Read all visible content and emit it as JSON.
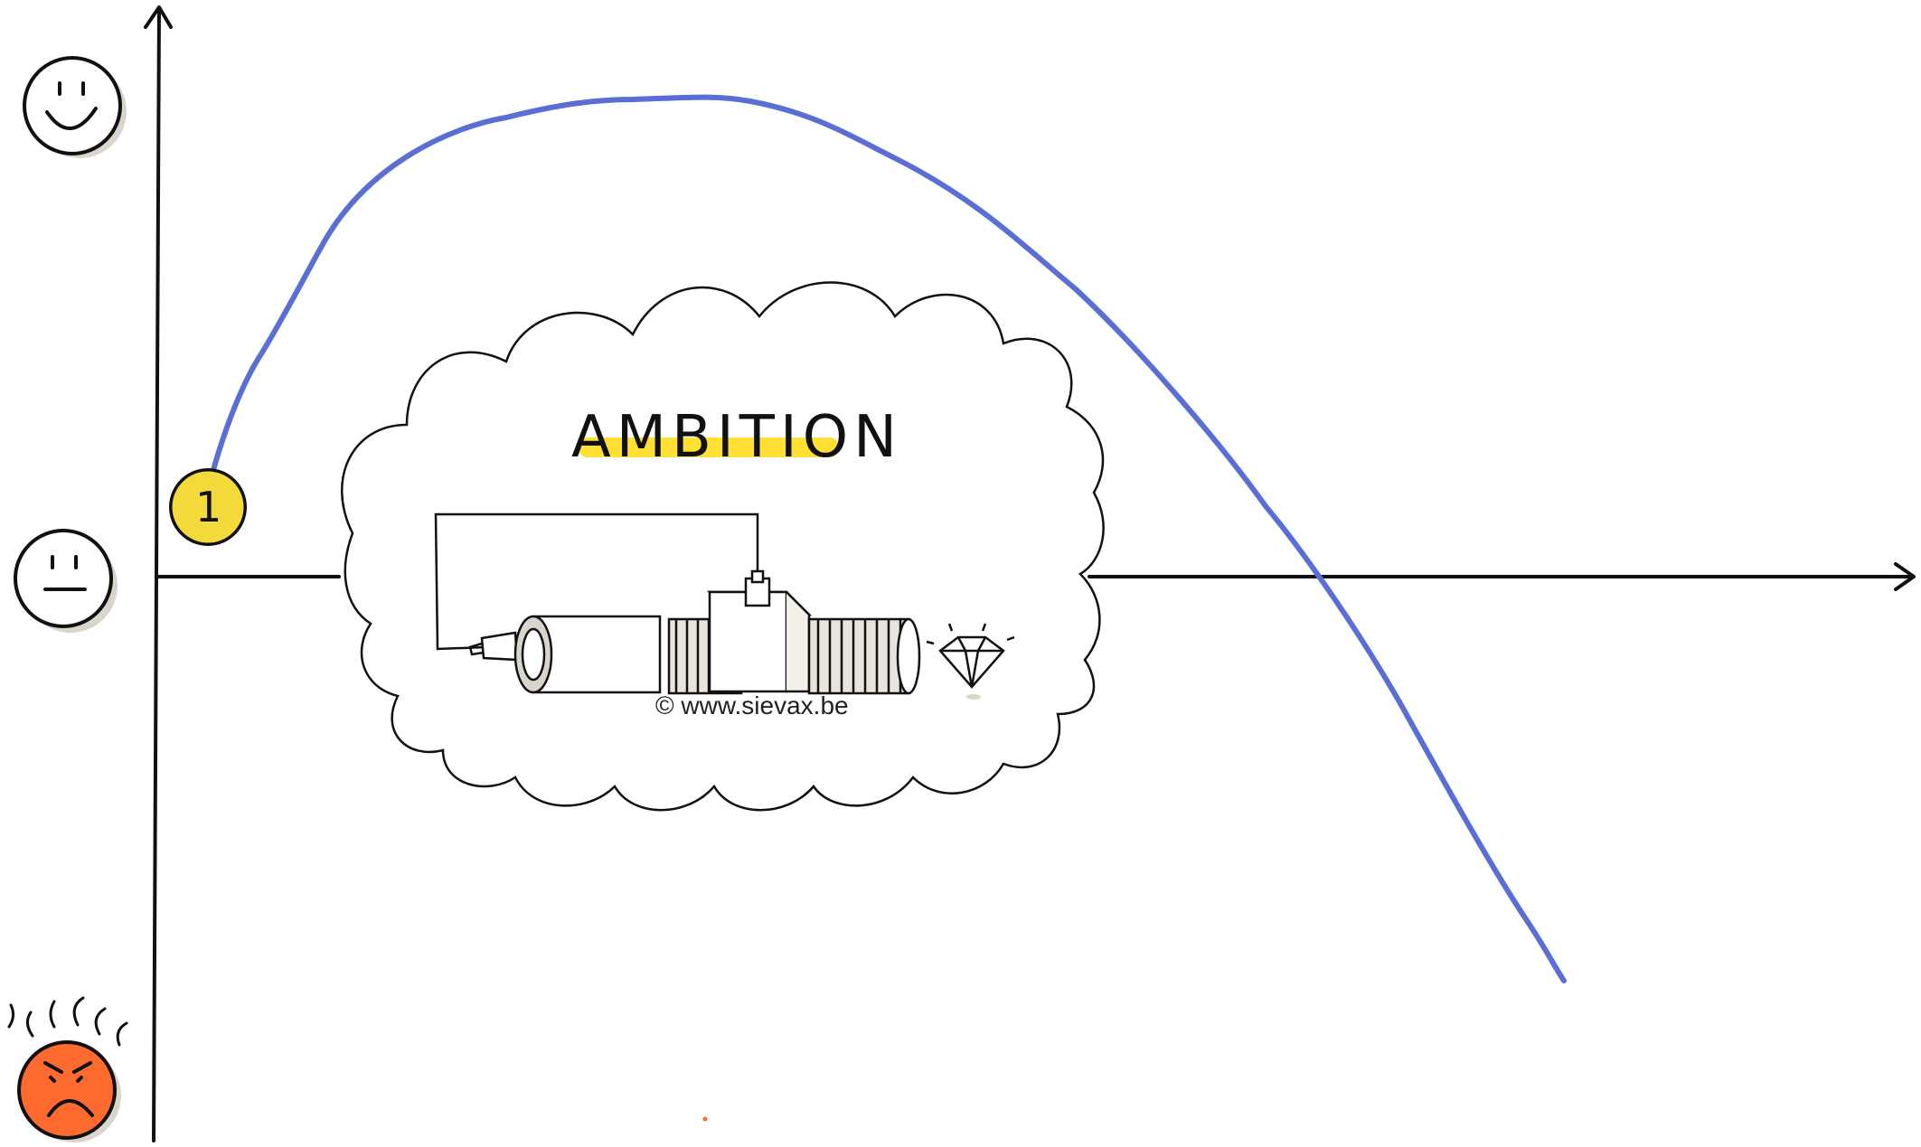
{
  "diagram": {
    "title": "AMBITION",
    "step_number": "1",
    "copyright": "© www.sievax.be"
  },
  "faces": {
    "top": "happy-face",
    "middle": "neutral-face",
    "bottom": "angry-face"
  },
  "colors": {
    "curve": "#5a6fd6",
    "highlight": "#ffe033",
    "badge": "#f4d93a",
    "angry": "#ff6a2e",
    "ink": "#111111",
    "shadow": "#d9d5cc"
  }
}
